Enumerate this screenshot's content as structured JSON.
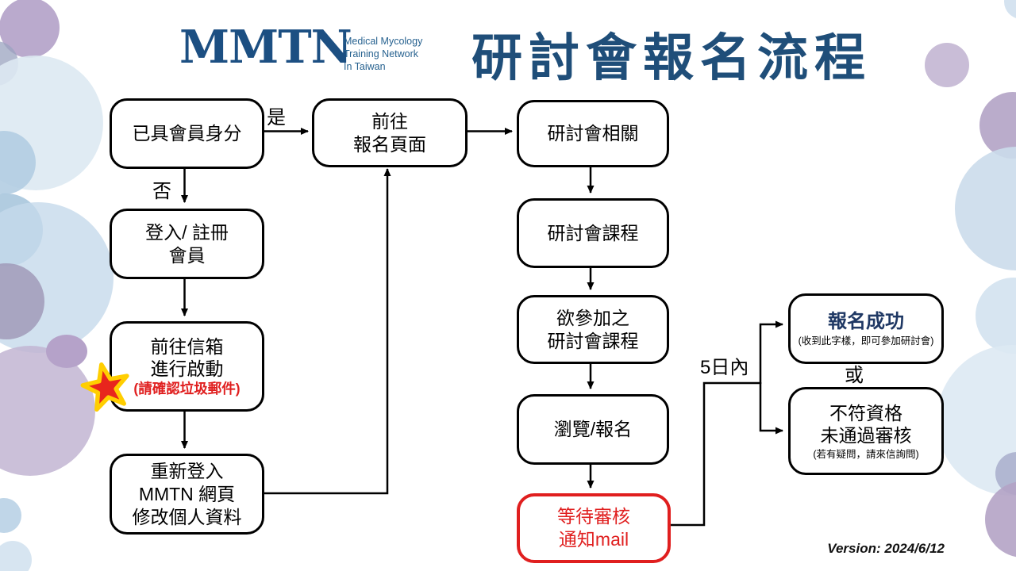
{
  "header": {
    "logo": "MMTN",
    "logo_subtitle": [
      "Medical Mycology",
      "Training Network",
      "In Taiwan"
    ],
    "title": "研討會報名流程"
  },
  "colors": {
    "brand_blue": "#1F4E79",
    "logo_blue": "#1C4F82",
    "success_navy": "#1F3864",
    "alert_red": "#E01F1F"
  },
  "flow": {
    "member": {
      "line1": "已具會員身分"
    },
    "goto_reg": {
      "line1": "前往",
      "line2": "報名頁面"
    },
    "login": {
      "line1": "登入/ 註冊",
      "line2": "會員"
    },
    "mailbox": {
      "line1": "前往信箱",
      "line2": "進行啟動",
      "note": "(請確認垃圾郵件)"
    },
    "relogin": {
      "line1": "重新登入",
      "line2": "MMTN 網頁",
      "line3": "修改個人資料"
    },
    "related": {
      "line1": "研討會相關"
    },
    "course": {
      "line1": "研討會課程"
    },
    "course_select": {
      "line1": "欲參加之",
      "line2": "研討會課程"
    },
    "browse": {
      "line1": "瀏覽/報名"
    },
    "wait_review": {
      "line1": "等待審核",
      "line2": "通知mail"
    },
    "success": {
      "title": "報名成功",
      "note": "(收到此字樣，即可參加研討會)"
    },
    "fail": {
      "line1": "不符資格",
      "line2": "未通過審核",
      "note": "(若有疑問，請來信詢問)"
    },
    "labels": {
      "yes": "是",
      "no": "否",
      "within_days": "5日內",
      "or": "或"
    }
  },
  "footer": {
    "version": "Version: 2024/6/12"
  }
}
